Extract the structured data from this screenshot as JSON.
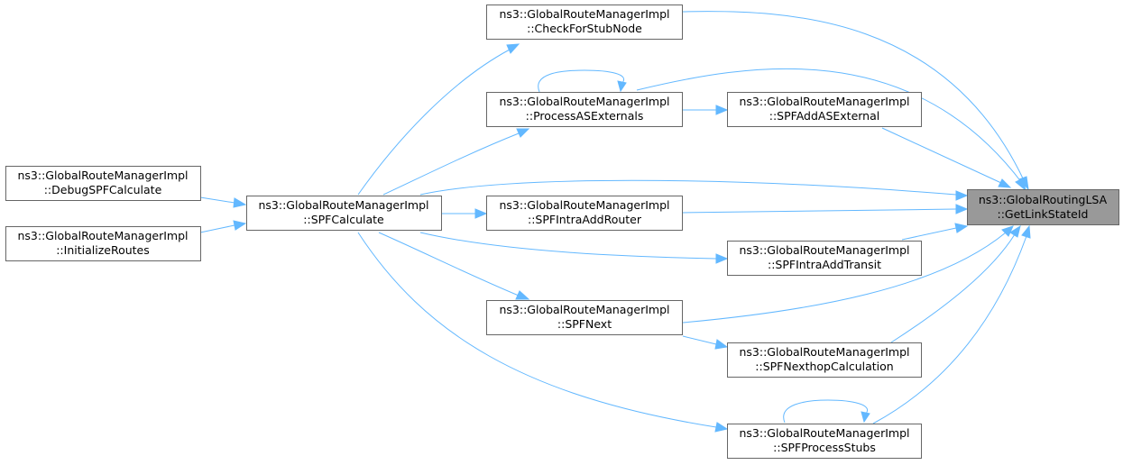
{
  "colors": {
    "edge": "#63b8ff",
    "node_border": "#666666",
    "node_fill": "#ffffff",
    "current_fill": "#999999"
  },
  "nodes": {
    "check_stub": {
      "line1": "ns3::GlobalRouteManagerImpl",
      "line2": "::CheckForStubNode"
    },
    "process_as": {
      "line1": "ns3::GlobalRouteManagerImpl",
      "line2": "::ProcessASExternals"
    },
    "spf_add_as": {
      "line1": "ns3::GlobalRouteManagerImpl",
      "line2": "::SPFAddASExternal"
    },
    "debug_spf": {
      "line1": "ns3::GlobalRouteManagerImpl",
      "line2": "::DebugSPFCalculate"
    },
    "init_routes": {
      "line1": "ns3::GlobalRouteManagerImpl",
      "line2": "::InitializeRoutes"
    },
    "spf_calc": {
      "line1": "ns3::GlobalRouteManagerImpl",
      "line2": "::SPFCalculate"
    },
    "spf_intra_router": {
      "line1": "ns3::GlobalRouteManagerImpl",
      "line2": "::SPFIntraAddRouter"
    },
    "spf_intra_transit": {
      "line1": "ns3::GlobalRouteManagerImpl",
      "line2": "::SPFIntraAddTransit"
    },
    "spf_next": {
      "line1": "ns3::GlobalRouteManagerImpl",
      "line2": "::SPFNext"
    },
    "spf_nexthop": {
      "line1": "ns3::GlobalRouteManagerImpl",
      "line2": "::SPFNexthopCalculation"
    },
    "spf_stubs": {
      "line1": "ns3::GlobalRouteManagerImpl",
      "line2": "::SPFProcessStubs"
    },
    "target": {
      "line1": "ns3::GlobalRoutingLSA",
      "line2": "::GetLinkStateId"
    }
  },
  "edges": [
    {
      "from": "check_stub",
      "to": "target"
    },
    {
      "from": "process_as",
      "to": "target"
    },
    {
      "from": "process_as",
      "to": "process_as"
    },
    {
      "from": "process_as",
      "to": "spf_add_as"
    },
    {
      "from": "spf_add_as",
      "to": "target"
    },
    {
      "from": "debug_spf",
      "to": "spf_calc"
    },
    {
      "from": "init_routes",
      "to": "spf_calc"
    },
    {
      "from": "spf_calc",
      "to": "check_stub"
    },
    {
      "from": "spf_calc",
      "to": "process_as"
    },
    {
      "from": "spf_calc",
      "to": "target"
    },
    {
      "from": "spf_calc",
      "to": "spf_intra_router"
    },
    {
      "from": "spf_calc",
      "to": "spf_intra_transit"
    },
    {
      "from": "spf_calc",
      "to": "spf_next"
    },
    {
      "from": "spf_calc",
      "to": "spf_stubs"
    },
    {
      "from": "spf_intra_router",
      "to": "target"
    },
    {
      "from": "spf_intra_transit",
      "to": "target"
    },
    {
      "from": "spf_next",
      "to": "target"
    },
    {
      "from": "spf_next",
      "to": "spf_nexthop"
    },
    {
      "from": "spf_nexthop",
      "to": "target"
    },
    {
      "from": "spf_stubs",
      "to": "target"
    },
    {
      "from": "spf_stubs",
      "to": "spf_stubs"
    }
  ]
}
